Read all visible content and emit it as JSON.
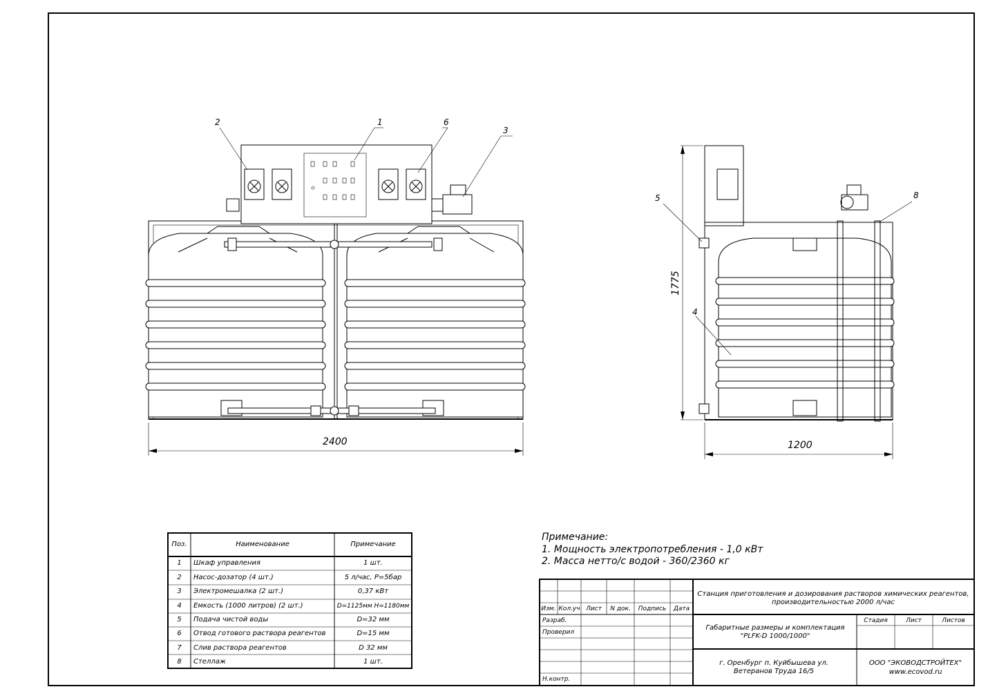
{
  "front_view": {
    "callouts": [
      "1",
      "2",
      "3",
      "6"
    ],
    "dim_width": "2400"
  },
  "side_view": {
    "callouts": [
      "4",
      "5",
      "8"
    ],
    "dim_height": "1775",
    "dim_width": "1200"
  },
  "spec_table": {
    "headers": [
      "Поз.",
      "Наименование",
      "Примечание"
    ],
    "rows": [
      {
        "pos": "1",
        "name": "Шкаф управления",
        "note": "1 шт."
      },
      {
        "pos": "2",
        "name": "Насос-дозатор (4 шт.)",
        "note": "5 л/час, P=5бар"
      },
      {
        "pos": "3",
        "name": "Электромешалка (2 шт.)",
        "note": "0,37 кВт"
      },
      {
        "pos": "4",
        "name": "Емкость (1000 литров) (2 шт.)",
        "note": "D=1125мм H=1180мм"
      },
      {
        "pos": "5",
        "name": "Подача чистой воды",
        "note": "D=32 мм"
      },
      {
        "pos": "6",
        "name": "Отвод готового раствора реагентов",
        "note": "D=15 мм"
      },
      {
        "pos": "7",
        "name": "Слив раствора реагентов",
        "note": "D 32 мм"
      },
      {
        "pos": "8",
        "name": "Стеллаж",
        "note": "1 шт."
      }
    ]
  },
  "notes": {
    "title": "Примечание:",
    "items": [
      "1. Мощность электропотребления - 1,0 кВт",
      "2. Масса нетто/с водой - 360/2360 кг"
    ]
  },
  "title_block": {
    "col_labels": [
      "Изм.",
      "Кол.уч",
      "Лист",
      "N док.",
      "Подпись",
      "Дата"
    ],
    "row_labels": [
      "Разраб.",
      "Проверил",
      "Н.контр."
    ],
    "doc_title": "Станция приготовления и дозирования растворов химических реагентов, производительностью 2000 л/час",
    "drawing_name": "Габаритные размеры и комплектация \"PLFK-D 1000/1000\"",
    "stage_labels": [
      "Стадия",
      "Лист",
      "Листов"
    ],
    "address": "г. Оренбург п. Куйбышева ул. Ветеранов Труда 16/5",
    "company": "ООО \"ЭКОВОДСТРОЙТЕХ\"",
    "website": "www.ecovod.ru"
  }
}
